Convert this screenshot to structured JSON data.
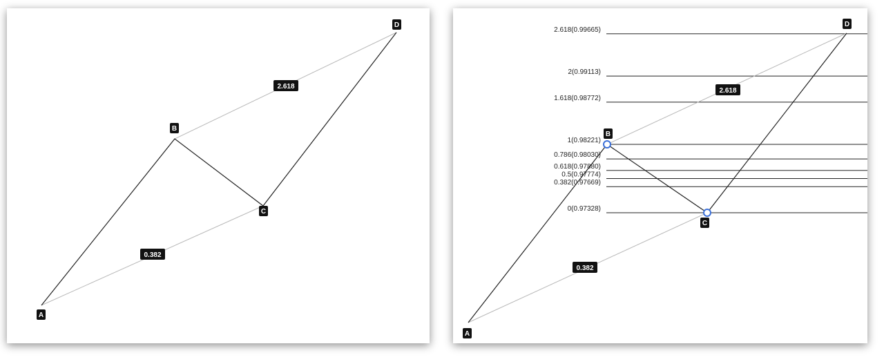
{
  "left_diagram": {
    "points": {
      "A": "A",
      "B": "B",
      "C": "C",
      "D": "D"
    },
    "ratio_ac": "0.382",
    "ratio_bd": "2.618"
  },
  "right_diagram": {
    "points": {
      "A": "A",
      "B": "B",
      "C": "C",
      "D": "D"
    },
    "ratio_ac": "0.382",
    "ratio_bd": "2.618",
    "fib_levels": [
      {
        "label": "2.618(0.99665)",
        "price": 0.99665
      },
      {
        "label": "2(0.99113)",
        "price": 0.99113
      },
      {
        "label": "1.618(0.98772)",
        "price": 0.98772
      },
      {
        "label": "1(0.98221)",
        "price": 0.98221
      },
      {
        "label": "0.786(0.98030)",
        "price": 0.9803
      },
      {
        "label": "0.618(0.97880)",
        "price": 0.9788
      },
      {
        "label": "0.5(0.97774)",
        "price": 0.97774
      },
      {
        "label": "0.382(0.97669)",
        "price": 0.97669
      },
      {
        "label": "0(0.97328)",
        "price": 0.97328
      }
    ]
  },
  "colors": {
    "line": "#222222",
    "guide": "#b8b8b8",
    "label_bg": "#111111",
    "label_text": "#ffffff",
    "handle": "#3a6fd8"
  }
}
